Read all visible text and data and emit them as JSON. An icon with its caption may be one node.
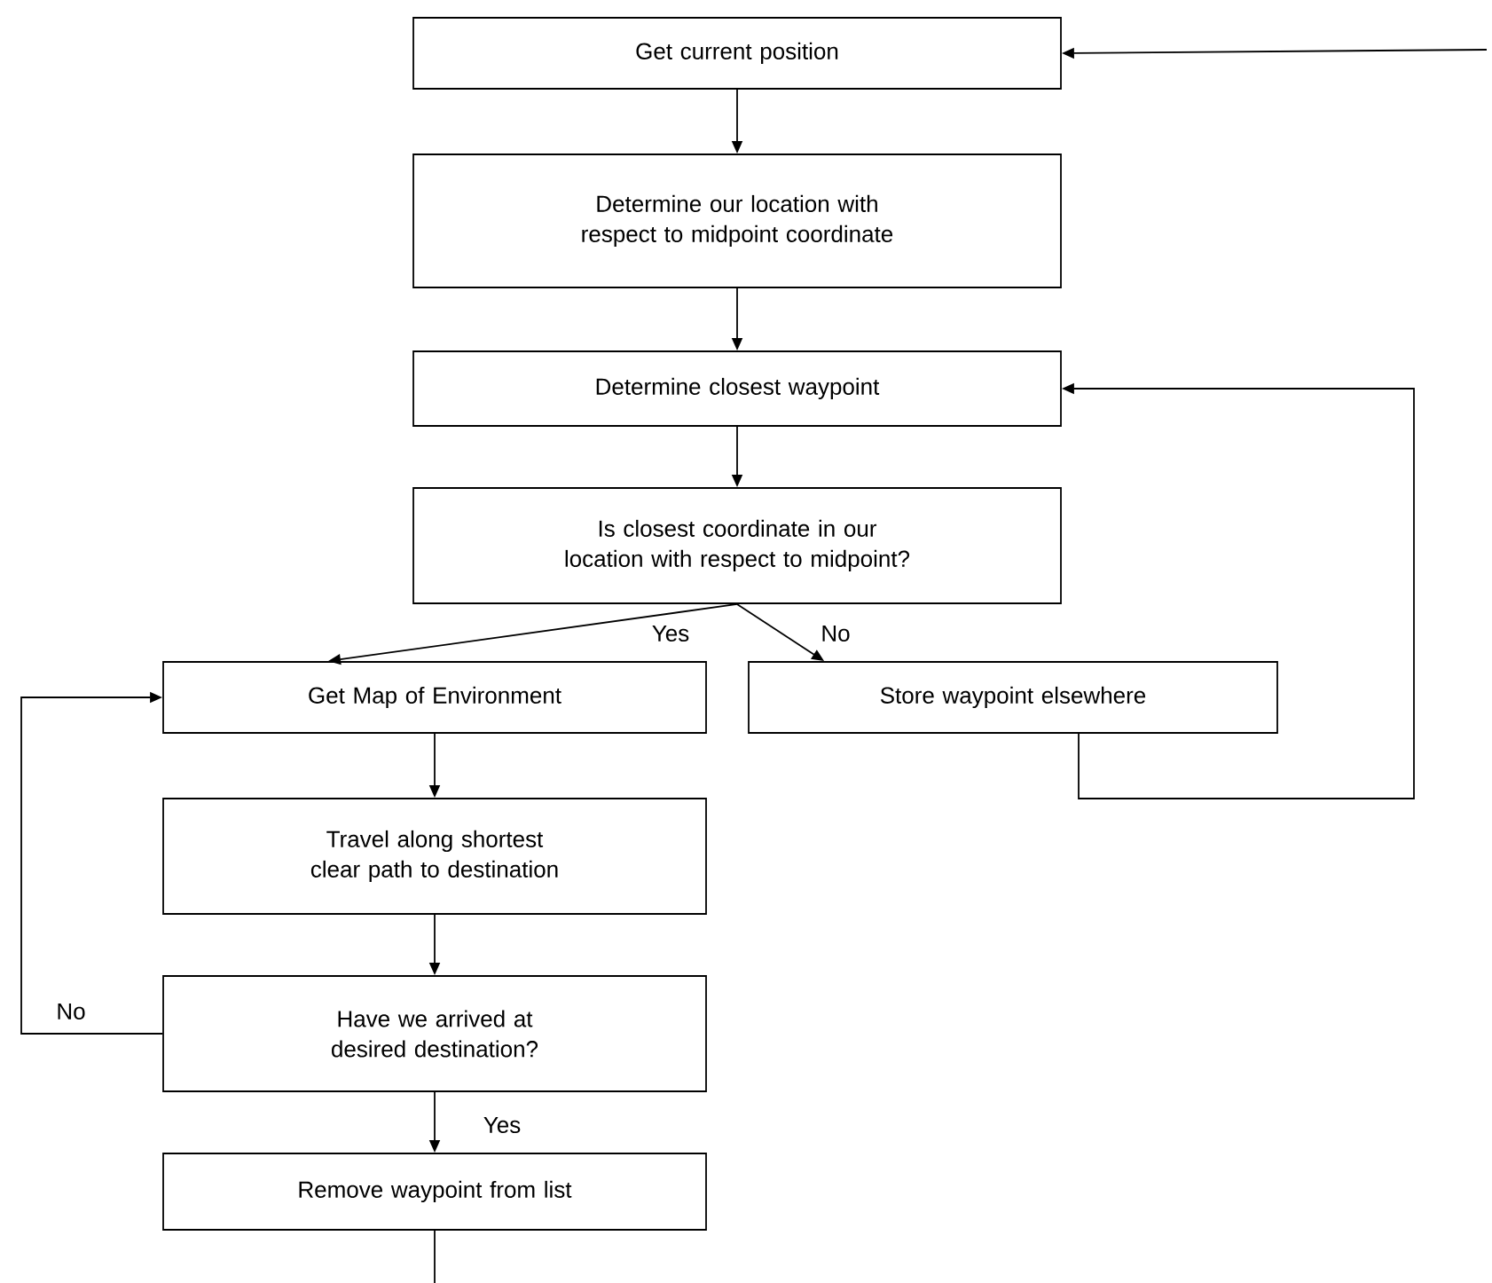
{
  "diagram": {
    "nodes": [
      {
        "text": [
          "Get current position"
        ]
      },
      {
        "text": [
          "Determine our location with respect to midpoint coordinate"
        ]
      },
      {
        "text": [
          "Determine closest waypoint"
        ]
      },
      {
        "text": [
          "Is closest coordinate in our location with respect to midpoint?"
        ]
      },
      {
        "text": [
          "Get Map of Environment"
        ]
      },
      {
        "text": [
          "Store waypoint elsewhere"
        ]
      },
      {
        "text": [
          "Travel along shortest clear path to destination"
        ]
      },
      {
        "text": [
          "Have we arrived at desired destination?"
        ]
      },
      {
        "text": [
          "Remove waypoint from list"
        ]
      }
    ],
    "edges": [
      {
        "from": null,
        "to": 0,
        "arrow": "to"
      },
      {
        "from": 0,
        "to": 1,
        "arrow": "to"
      },
      {
        "from": 1,
        "to": 2,
        "arrow": "to"
      },
      {
        "from": 2,
        "to": 3,
        "arrow": "to"
      },
      {
        "from": 3,
        "to": 4,
        "arrow": "to",
        "label": "Yes"
      },
      {
        "from": 3,
        "to": 5,
        "arrow": "to",
        "label": "No"
      },
      {
        "from": 5,
        "to": 2,
        "arrow": "to"
      },
      {
        "from": 4,
        "to": 6,
        "arrow": "to"
      },
      {
        "from": 6,
        "to": 7,
        "arrow": "to"
      },
      {
        "from": 7,
        "to": 4,
        "arrow": "to",
        "label": "No"
      },
      {
        "from": 7,
        "to": 8,
        "arrow": "to",
        "label": "Yes"
      },
      {
        "from": 8,
        "to": null,
        "arrow": "none"
      }
    ]
  }
}
